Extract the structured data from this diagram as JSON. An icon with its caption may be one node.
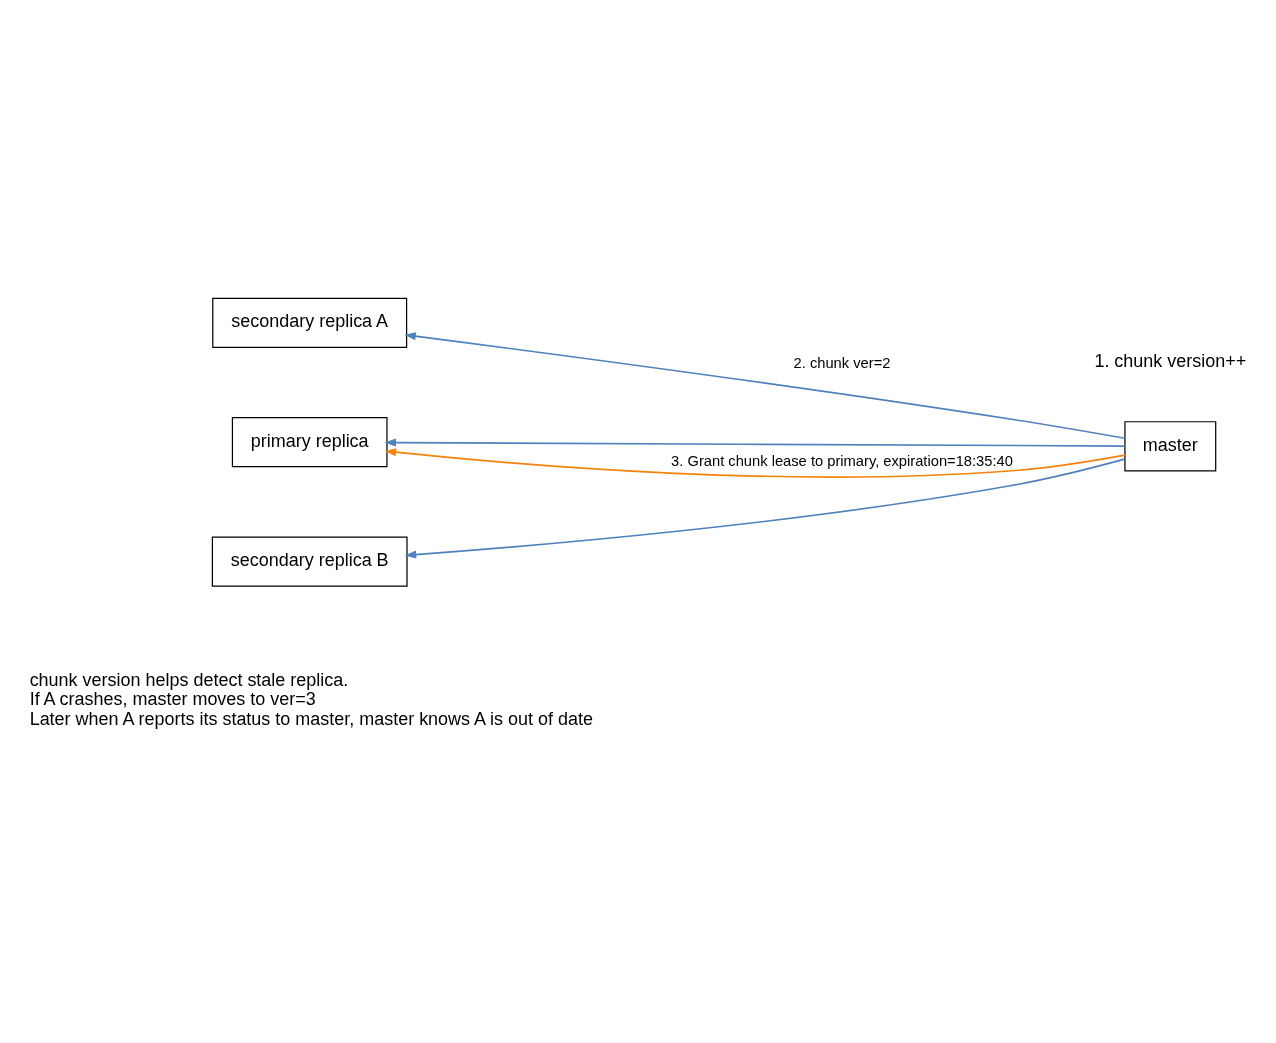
{
  "diagram": {
    "nodes": [
      {
        "text": [
          "master"
        ]
      },
      {
        "text": [
          "secondary replica A"
        ]
      },
      {
        "text": [
          "primary replica"
        ]
      },
      {
        "text": [
          "secondary replica B"
        ]
      }
    ],
    "edges": [
      {
        "from": 0,
        "to": 1,
        "arrow": "to",
        "label": "2. chunk ver=2"
      },
      {
        "from": 0,
        "to": 2,
        "arrow": "to"
      },
      {
        "from": 0,
        "to": 3,
        "arrow": "to"
      },
      {
        "from": 0,
        "to": 2,
        "arrow": "to",
        "color": "#f5820a",
        "label": "3. Grant chunk lease to primary, expiration=18:35:40"
      }
    ],
    "labels": [
      "1. chunk version++",
      "chunk version helps detect stale replica.",
      "If A crashes, master moves to ver=3",
      "Later when A reports its status to master, master knows A is out of date"
    ]
  }
}
